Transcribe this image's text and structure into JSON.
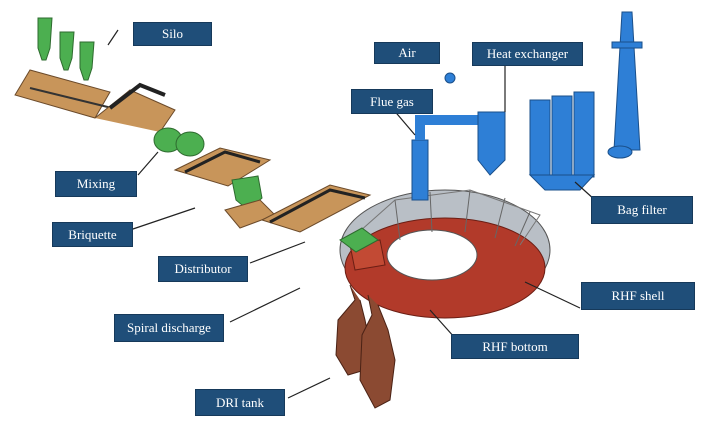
{
  "labels": {
    "silo": "Silo",
    "mixing": "Mixing",
    "briquette": "Briquette",
    "distributor": "Distributor",
    "spiral_discharge": "Spiral discharge",
    "dri_tank": "DRI tank",
    "air": "Air",
    "heat_exchanger": "Heat exchanger",
    "flue_gas": "Flue gas",
    "bag_filter": "Bag filter",
    "rhf_shell": "RHF shell",
    "rhf_bottom": "RHF bottom"
  },
  "colors": {
    "label_bg": "#1f4e79",
    "equipment_blue": "#2e7fd6",
    "hopper_green": "#4caf50",
    "conveyor": "#c8955a",
    "furnace_red": "#b23a2a",
    "furnace_grey": "#b9bfc6",
    "tank_brown": "#8b4a32"
  }
}
